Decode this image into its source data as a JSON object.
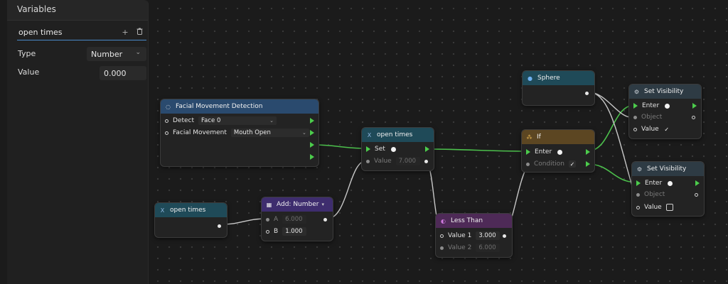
{
  "panel": {
    "title": "Variables",
    "variable_name": "open times",
    "add_icon": "+",
    "delete_icon": "🗑",
    "type_label": "Type",
    "type_value": "Number",
    "value_label": "Value",
    "value_value": "0.000"
  },
  "nodes": {
    "facial": {
      "title": "Facial Movement Detection",
      "detect_label": "Detect",
      "detect_value": "Face 0",
      "movement_label": "Facial Movement",
      "movement_value": "Mouth Open"
    },
    "get_var": {
      "title": "open times"
    },
    "add": {
      "title": "Add: Number",
      "a_label": "A",
      "a_value": "6.000",
      "b_label": "B",
      "b_value": "1.000"
    },
    "set_var": {
      "title": "open times",
      "set_label": "Set",
      "value_label": "Value",
      "value_value": "7.000"
    },
    "less_than": {
      "title": "Less Than",
      "v1_label": "Value 1",
      "v1_value": "3.000",
      "v2_label": "Value 2",
      "v2_value": "6.000"
    },
    "if": {
      "title": "If",
      "enter_label": "Enter",
      "condition_label": "Condition"
    },
    "sphere": {
      "title": "Sphere"
    },
    "set_vis_1": {
      "title": "Set Visibility",
      "enter_label": "Enter",
      "object_label": "Object",
      "value_label": "Value"
    },
    "set_vis_2": {
      "title": "Set Visibility",
      "enter_label": "Enter",
      "object_label": "Object",
      "value_label": "Value"
    }
  },
  "colors": {
    "background": "#1b1b1b",
    "blue_header": "#2a4a6e",
    "teal_header": "#1f4a58",
    "purple_header": "#3e2d6e",
    "magenta_header": "#4e2a57",
    "brown_header": "#5c4622",
    "exec_wire": "#4cc04c",
    "data_wire": "#c8c8c8"
  },
  "icons": {
    "face_icon": "face-icon",
    "variable_icon": "variable-x-icon",
    "calculator_icon": "calculator-icon",
    "sphere_icon": "sphere-icon",
    "branch_icon": "branch-icon",
    "gear_icon": "gear-icon",
    "compare_icon": "compare-icon"
  }
}
